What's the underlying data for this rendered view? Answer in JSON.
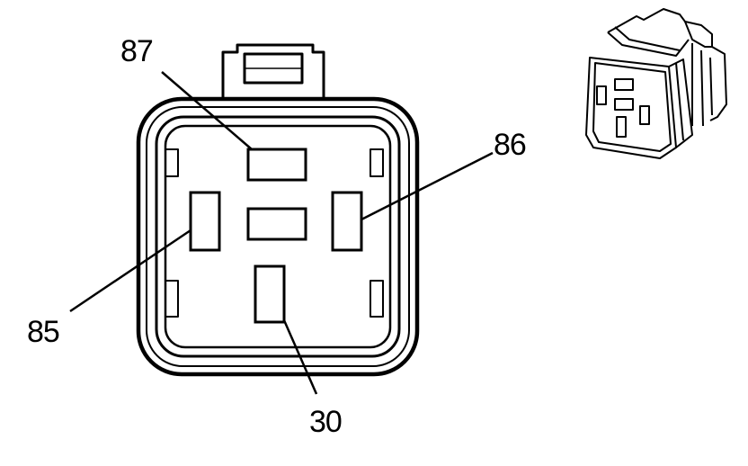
{
  "diagram": {
    "pins": [
      {
        "id": "87",
        "label": "87"
      },
      {
        "id": "86",
        "label": "86"
      },
      {
        "id": "85",
        "label": "85"
      },
      {
        "id": "30",
        "label": "30"
      }
    ]
  },
  "colors": {
    "stroke": "#000000",
    "background": "#ffffff"
  }
}
